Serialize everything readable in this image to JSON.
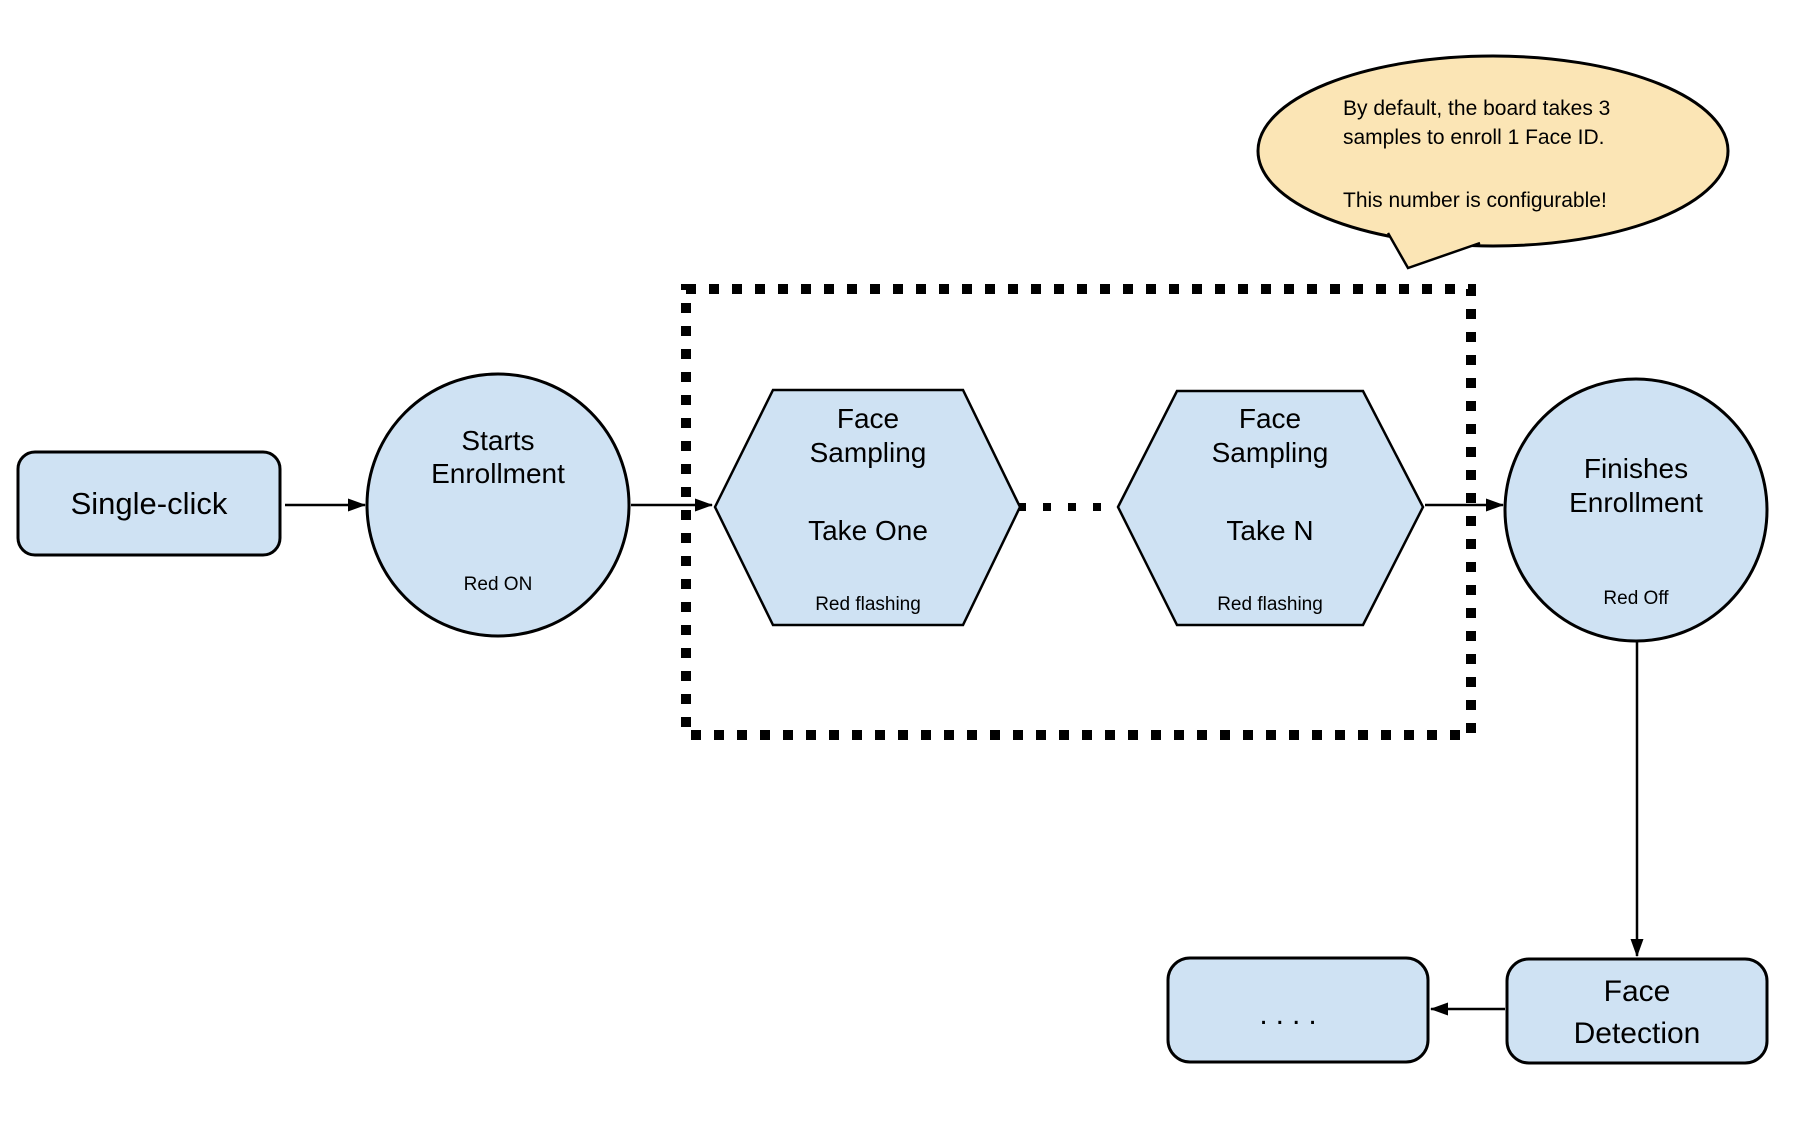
{
  "colors": {
    "shape_fill": "#CFE2F3",
    "shape_stroke": "#000000",
    "bubble_fill": "#FBE5B5",
    "background": "#FFFFFF"
  },
  "nodes": {
    "single_click": {
      "label": "Single-click"
    },
    "starts_enrollment": {
      "line1": "Starts",
      "line2": "Enrollment",
      "status": "Red ON"
    },
    "face_sampling_one": {
      "line1": "Face",
      "line2": "Sampling",
      "line3": "Take One",
      "status": "Red flashing"
    },
    "face_sampling_n": {
      "line1": "Face",
      "line2": "Sampling",
      "line3": "Take N",
      "status": "Red flashing"
    },
    "finishes_enrollment": {
      "line1": "Finishes",
      "line2": "Enrollment",
      "status": "Red Off"
    },
    "face_detection": {
      "line1": "Face",
      "line2": "Detection"
    },
    "ellipsis_box": {
      "label": "...."
    }
  },
  "callout": {
    "line1": "By default, the board takes 3",
    "line2": "samples to enroll 1 Face ID.",
    "line3": "This number is configurable!"
  }
}
